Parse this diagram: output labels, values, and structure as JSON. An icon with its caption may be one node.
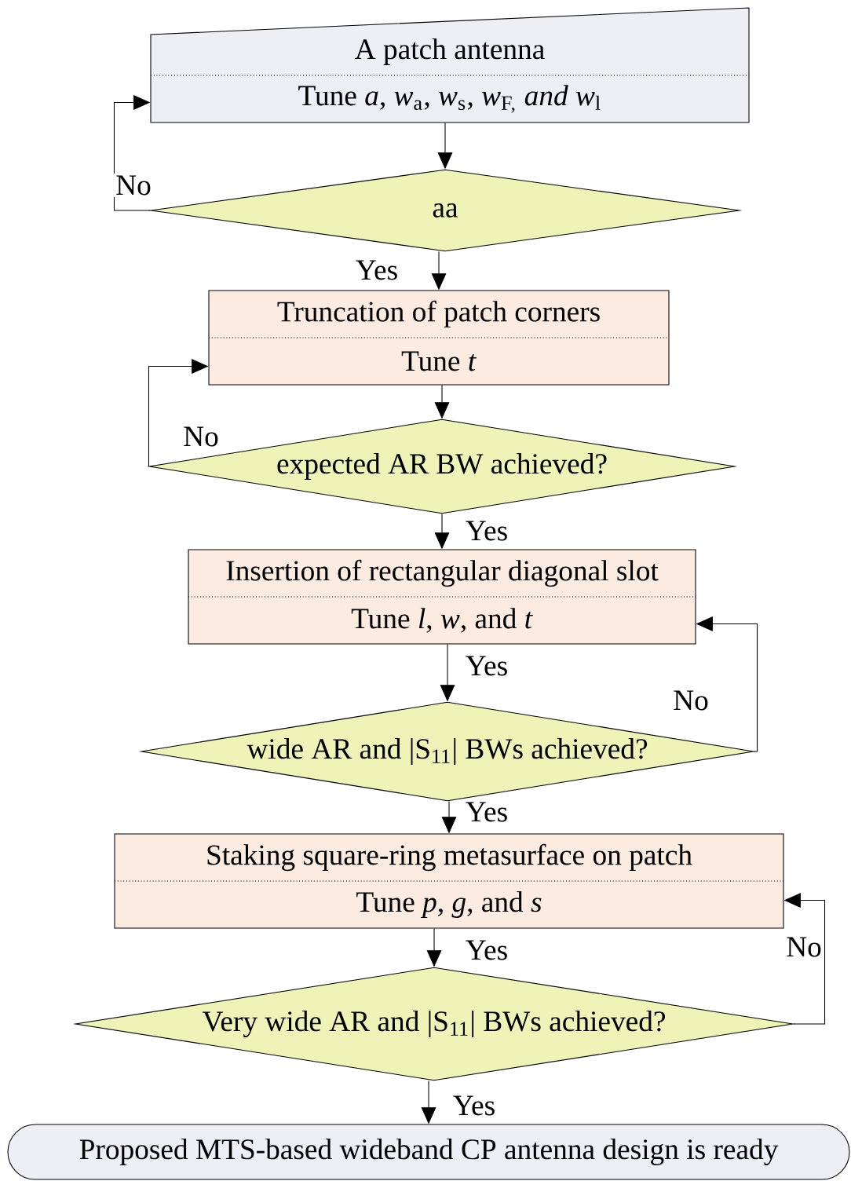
{
  "diagram": {
    "nodes": [
      {
        "text": [
          "A patch antenna",
          "Tune *a*, *w*$_{a}$, *w*$_{s}$, *w*$_{F,}$ *and w*$_{l}$"
        ]
      },
      {
        "text": [
          "aa"
        ]
      },
      {
        "text": [
          "Truncation of patch corners",
          "Tune *t*"
        ]
      },
      {
        "text": [
          "expected AR BW achieved?"
        ]
      },
      {
        "text": [
          "Insertion of rectangular diagonal slot",
          "Tune *l*, *w*, and *t*"
        ]
      },
      {
        "text": [
          "wide AR and |S$_{11}$| BWs achieved?"
        ]
      },
      {
        "text": [
          "Staking square-ring metasurface on patch",
          "Tune *p*, *g*, and *s*"
        ]
      },
      {
        "text": [
          "Very wide AR and |S$_{11}$| BWs achieved?"
        ]
      },
      {
        "text": [
          "Proposed MTS-based wideband CP antenna design is ready"
        ]
      }
    ],
    "edges": [
      {
        "from": 0,
        "to": 1,
        "arrow": "to"
      },
      {
        "from": 1,
        "to": 0,
        "arrow": "to",
        "label": "No"
      },
      {
        "from": 1,
        "to": 2,
        "arrow": "to",
        "label": "Yes"
      },
      {
        "from": 2,
        "to": 3,
        "arrow": "to"
      },
      {
        "from": 3,
        "to": 2,
        "arrow": "to",
        "label": "No"
      },
      {
        "from": 3,
        "to": 4,
        "arrow": "to",
        "label": "Yes"
      },
      {
        "from": 4,
        "to": 5,
        "arrow": "to",
        "label": "Yes"
      },
      {
        "from": 5,
        "to": 4,
        "arrow": "to",
        "label": "No"
      },
      {
        "from": 5,
        "to": 6,
        "arrow": "to",
        "label": "Yes"
      },
      {
        "from": 6,
        "to": 7,
        "arrow": "to",
        "label": "Yes"
      },
      {
        "from": 7,
        "to": 6,
        "arrow": "to",
        "label": "No"
      },
      {
        "from": 7,
        "to": 8,
        "arrow": "to",
        "label": "Yes"
      }
    ]
  }
}
